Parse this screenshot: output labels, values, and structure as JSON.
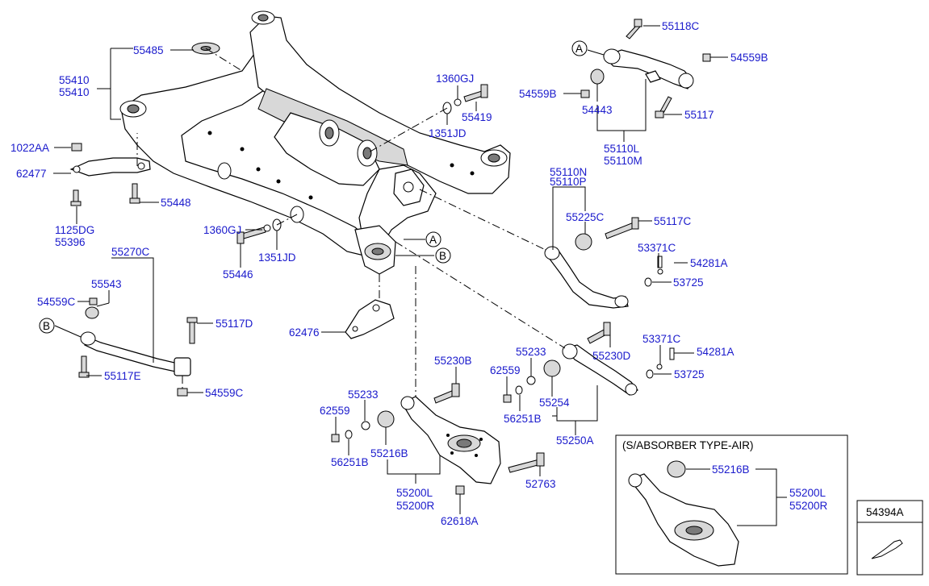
{
  "parts": {
    "p55485": "55485",
    "p55410a": "55410",
    "p55410b": "55410",
    "p1022AA": "1022AA",
    "p62477": "62477",
    "p55448": "55448",
    "p1125DG": "1125DG",
    "p55396": "55396",
    "p1360GJ_top": "1360GJ",
    "p55419": "55419",
    "p1351JD_top": "1351JD",
    "p1360GJ_mid": "1360GJ",
    "p1351JD_mid": "1351JD",
    "p55446": "55446",
    "p62476": "62476",
    "p55270C": "55270C",
    "p55543": "55543",
    "p54559C_left": "54559C",
    "p55117D": "55117D",
    "p55117E": "55117E",
    "p54559C_bottom": "54559C",
    "p55118C": "55118C",
    "p54559B_right": "54559B",
    "p54559B_left": "54559B",
    "p54443": "54443",
    "p55117": "55117",
    "p55110L": "55110L",
    "p55110M": "55110M",
    "p55110N": "55110N",
    "p55110P": "55110P",
    "p55225C": "55225C",
    "p55117C": "55117C",
    "p53371C_top": "53371C",
    "p54281A_top": "54281A",
    "p53725_top": "53725",
    "p55233_right": "55233",
    "p55230D": "55230D",
    "p53371C_bot": "53371C",
    "p54281A_bot": "54281A",
    "p53725_bot": "53725",
    "p62559_right": "62559",
    "p55254": "55254",
    "p56251B_right": "56251B",
    "p55250A": "55250A",
    "p55230B": "55230B",
    "p55233_left": "55233",
    "p62559_left": "62559",
    "p56251B_left": "56251B",
    "p55216B": "55216B",
    "p55200L": "55200L",
    "p55200R": "55200R",
    "p52763": "52763",
    "p62618A": "62618A",
    "inset_55216B": "55216B",
    "inset_55200L": "55200L",
    "inset_55200R": "55200R",
    "p54394A": "54394A"
  },
  "callouts": {
    "a_top": "A",
    "a_mid": "A",
    "b_mid": "B",
    "b_left": "B"
  },
  "inset": {
    "title": "(S/ABSORBER TYPE-AIR)"
  }
}
